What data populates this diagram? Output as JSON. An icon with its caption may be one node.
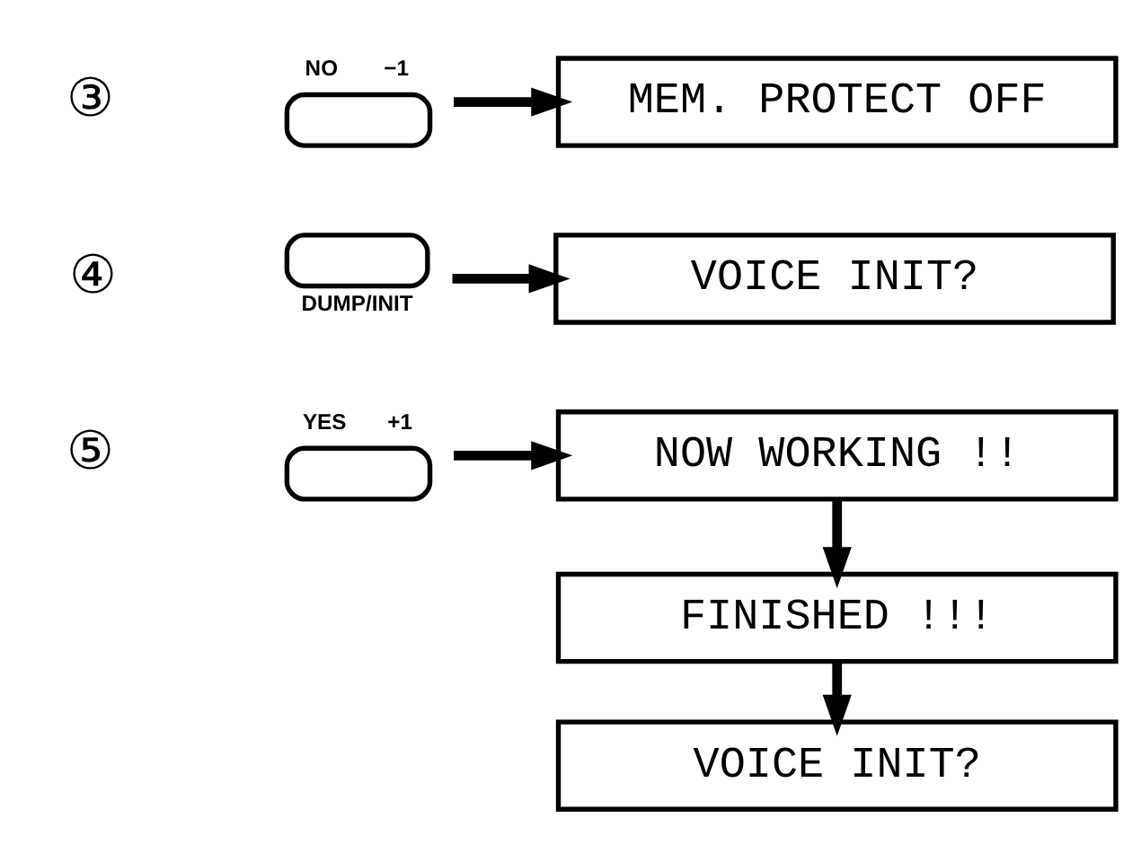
{
  "diagram": {
    "nodes": [
      {
        "text": [
          "NO",
          "−1"
        ],
        "beside": [
          "③"
        ]
      },
      {
        "text": [
          "MEM. PROTECT OFF"
        ]
      },
      {
        "text": [
          "DUMP/INIT"
        ],
        "beside": [
          "④"
        ]
      },
      {
        "text": [
          "VOICE INIT?"
        ]
      },
      {
        "text": [
          "YES",
          "+1"
        ],
        "beside": [
          "⑤"
        ]
      },
      {
        "text": [
          "NOW WORKING !!"
        ]
      },
      {
        "text": [
          "FINISHED !!!"
        ]
      },
      {
        "text": [
          "VOICE INIT?"
        ]
      }
    ],
    "edges": [
      {
        "from": 0,
        "to": 1,
        "arrow": "to"
      },
      {
        "from": 2,
        "to": 3,
        "arrow": "to"
      },
      {
        "from": 4,
        "to": 5,
        "arrow": "to"
      },
      {
        "from": 5,
        "to": 6,
        "arrow": "to"
      },
      {
        "from": 6,
        "to": 7,
        "arrow": "to"
      }
    ]
  }
}
